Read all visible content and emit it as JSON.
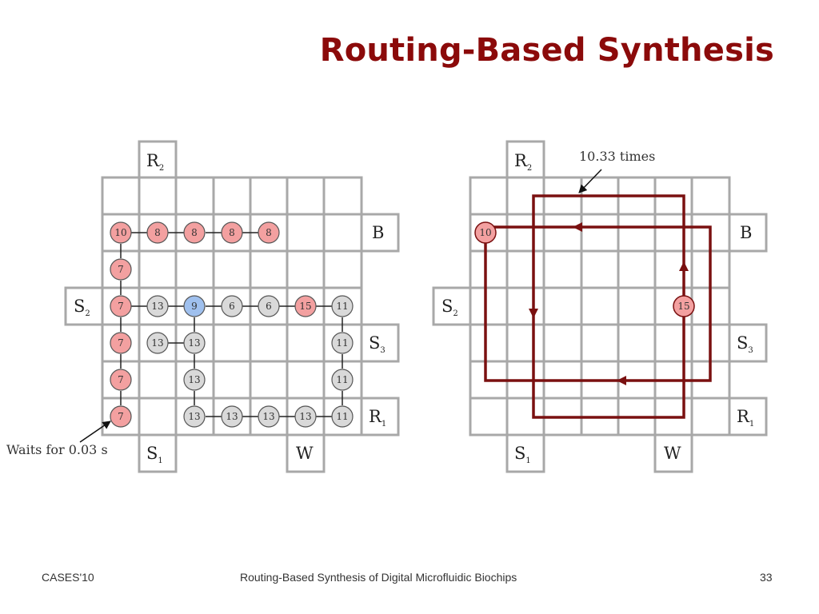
{
  "title": "Routing-Based Synthesis",
  "footer": {
    "conference": "CASES'10",
    "subtitle": "Routing-Based Synthesis of Digital Microfluidic Biochips",
    "page_number": "33"
  },
  "colors": {
    "title": "#8b0a0a",
    "grid": "#a8a8a8",
    "droplet_red": "#f3a0a0",
    "droplet_gray": "#d9d9d9",
    "droplet_blue": "#9fc0ee",
    "route": "#7a1010"
  },
  "left_diagram": {
    "ports": [
      {
        "id": "R2",
        "letter": "R",
        "sub": "2"
      },
      {
        "id": "B",
        "letter": "B",
        "sub": ""
      },
      {
        "id": "S2",
        "letter": "S",
        "sub": "2"
      },
      {
        "id": "S3",
        "letter": "S",
        "sub": "3"
      },
      {
        "id": "R1",
        "letter": "R",
        "sub": "1"
      },
      {
        "id": "S1",
        "letter": "S",
        "sub": "1"
      },
      {
        "id": "W",
        "letter": "W",
        "sub": ""
      }
    ],
    "annotation": "Waits for 0.03 s",
    "droplets": [
      {
        "label": "10",
        "color": "red"
      },
      {
        "label": "8",
        "color": "red"
      },
      {
        "label": "8",
        "color": "red"
      },
      {
        "label": "8",
        "color": "red"
      },
      {
        "label": "8",
        "color": "red"
      },
      {
        "label": "7",
        "color": "red"
      },
      {
        "label": "7",
        "color": "red"
      },
      {
        "label": "13",
        "color": "gray"
      },
      {
        "label": "9",
        "color": "blue"
      },
      {
        "label": "6",
        "color": "gray"
      },
      {
        "label": "6",
        "color": "gray"
      },
      {
        "label": "15",
        "color": "red"
      },
      {
        "label": "11",
        "color": "gray"
      },
      {
        "label": "7",
        "color": "red"
      },
      {
        "label": "13",
        "color": "gray"
      },
      {
        "label": "13",
        "color": "gray"
      },
      {
        "label": "11",
        "color": "gray"
      },
      {
        "label": "7",
        "color": "red"
      },
      {
        "label": "13",
        "color": "gray"
      },
      {
        "label": "11",
        "color": "gray"
      },
      {
        "label": "7",
        "color": "red"
      },
      {
        "label": "13",
        "color": "gray"
      },
      {
        "label": "13",
        "color": "gray"
      },
      {
        "label": "13",
        "color": "gray"
      },
      {
        "label": "13",
        "color": "gray"
      },
      {
        "label": "11",
        "color": "gray"
      }
    ]
  },
  "right_diagram": {
    "ports": [
      {
        "id": "R2",
        "letter": "R",
        "sub": "2"
      },
      {
        "id": "B",
        "letter": "B",
        "sub": ""
      },
      {
        "id": "S2",
        "letter": "S",
        "sub": "2"
      },
      {
        "id": "S3",
        "letter": "S",
        "sub": "3"
      },
      {
        "id": "R1",
        "letter": "R",
        "sub": "1"
      },
      {
        "id": "S1",
        "letter": "S",
        "sub": "1"
      },
      {
        "id": "W",
        "letter": "W",
        "sub": ""
      }
    ],
    "annotation": "10.33 times",
    "droplets": [
      {
        "label": "10",
        "color": "red"
      },
      {
        "label": "15",
        "color": "red"
      }
    ]
  }
}
